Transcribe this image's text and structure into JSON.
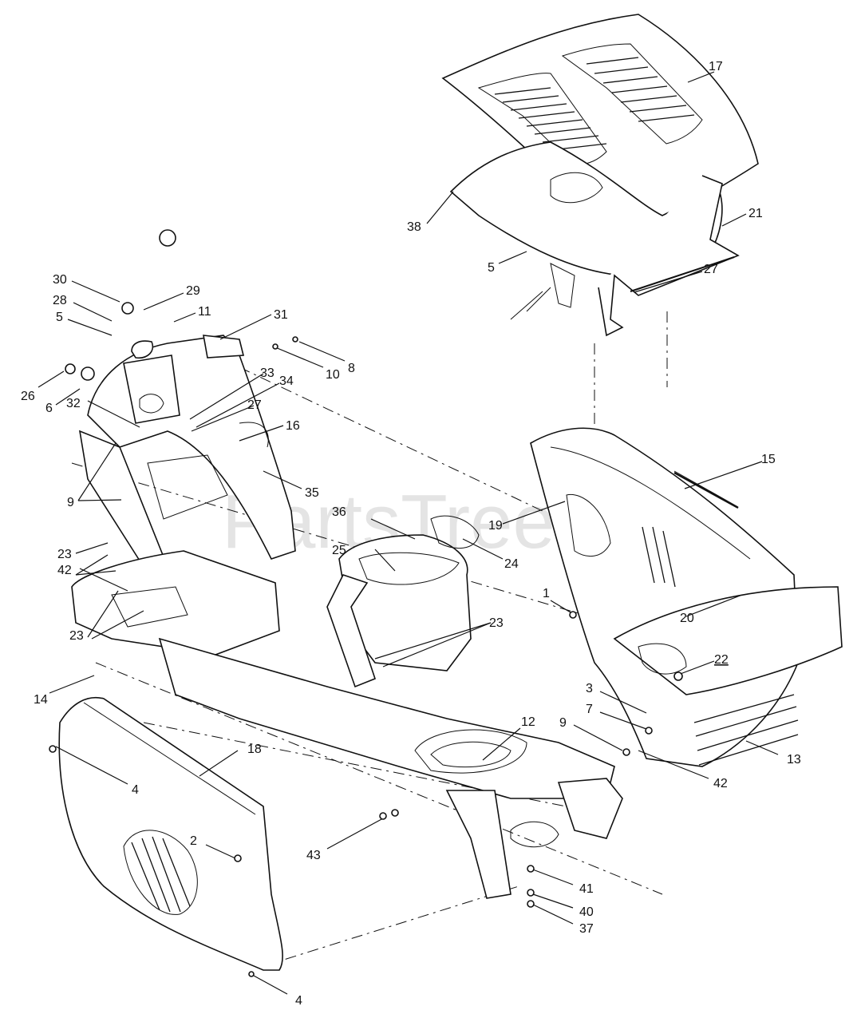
{
  "watermark": "PartsTree",
  "callouts": [
    {
      "id": "c17",
      "label": "17"
    },
    {
      "id": "c38",
      "label": "38"
    },
    {
      "id": "c21",
      "label": "21"
    },
    {
      "id": "c5a",
      "label": "5"
    },
    {
      "id": "c27a",
      "label": "27"
    },
    {
      "id": "c30",
      "label": "30"
    },
    {
      "id": "c29",
      "label": "29"
    },
    {
      "id": "c28",
      "label": "28"
    },
    {
      "id": "c11",
      "label": "11"
    },
    {
      "id": "c5b",
      "label": "5"
    },
    {
      "id": "c31",
      "label": "31"
    },
    {
      "id": "c8",
      "label": "8"
    },
    {
      "id": "c10",
      "label": "10"
    },
    {
      "id": "c26",
      "label": "26"
    },
    {
      "id": "c6",
      "label": "6"
    },
    {
      "id": "c32",
      "label": "32"
    },
    {
      "id": "c33",
      "label": "33"
    },
    {
      "id": "c34",
      "label": "34"
    },
    {
      "id": "c27b",
      "label": "27"
    },
    {
      "id": "c16",
      "label": "16"
    },
    {
      "id": "c15",
      "label": "15"
    },
    {
      "id": "c9a",
      "label": "9"
    },
    {
      "id": "c35",
      "label": "35"
    },
    {
      "id": "c36",
      "label": "36"
    },
    {
      "id": "c19",
      "label": "19"
    },
    {
      "id": "c24",
      "label": "24"
    },
    {
      "id": "c25",
      "label": "25"
    },
    {
      "id": "c23a",
      "label": "23"
    },
    {
      "id": "c23b",
      "label": "23"
    },
    {
      "id": "c42a",
      "label": "42"
    },
    {
      "id": "c1",
      "label": "1"
    },
    {
      "id": "c20",
      "label": "20"
    },
    {
      "id": "c23c",
      "label": "23"
    },
    {
      "id": "c22",
      "label": "22"
    },
    {
      "id": "c14",
      "label": "14"
    },
    {
      "id": "c3",
      "label": "3"
    },
    {
      "id": "c7",
      "label": "7"
    },
    {
      "id": "c9b",
      "label": "9"
    },
    {
      "id": "c12",
      "label": "12"
    },
    {
      "id": "c18",
      "label": "18"
    },
    {
      "id": "c13",
      "label": "13"
    },
    {
      "id": "c42b",
      "label": "42"
    },
    {
      "id": "c4a",
      "label": "4"
    },
    {
      "id": "c2",
      "label": "2"
    },
    {
      "id": "c43",
      "label": "43"
    },
    {
      "id": "c41",
      "label": "41"
    },
    {
      "id": "c40",
      "label": "40"
    },
    {
      "id": "c37",
      "label": "37"
    },
    {
      "id": "c4b",
      "label": "4"
    }
  ]
}
